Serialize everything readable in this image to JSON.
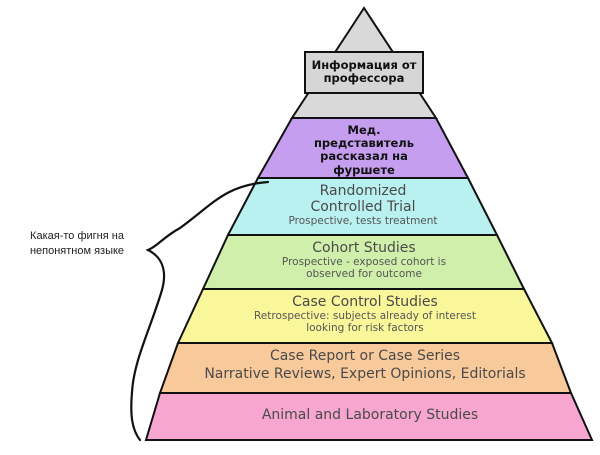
{
  "top_box": {
    "text": "Информация от профессора"
  },
  "pyramid": {
    "levels": [
      {
        "id": "med-rep",
        "title": "Мед. представитель рассказал на фуршете",
        "color": "#c59ef0"
      },
      {
        "id": "rct",
        "title": "Randomized Controlled Trial",
        "subtitle": "Prospective, tests treatment",
        "color": "#b9f0f0"
      },
      {
        "id": "cohort",
        "title": "Cohort Studies",
        "subtitle": "Prospective - exposed cohort is observed for outcome",
        "color": "#cfefaa"
      },
      {
        "id": "case-control",
        "title": "Case Control Studies",
        "subtitle": "Retrospective: subjects already of interest looking for risk factors",
        "color": "#f9f79a"
      },
      {
        "id": "case-report",
        "title": "Case Report or Case Series",
        "subtitle": "Narrative Reviews, Expert Opinions, Editorials",
        "color": "#f8c99a"
      },
      {
        "id": "animal-lab",
        "title": "Animal and Laboratory Studies",
        "color": "#f7a6d0"
      }
    ],
    "apex_color": "#d9d9d9"
  },
  "side_note": {
    "text": "Какая-то фигня на непонятном языке"
  }
}
